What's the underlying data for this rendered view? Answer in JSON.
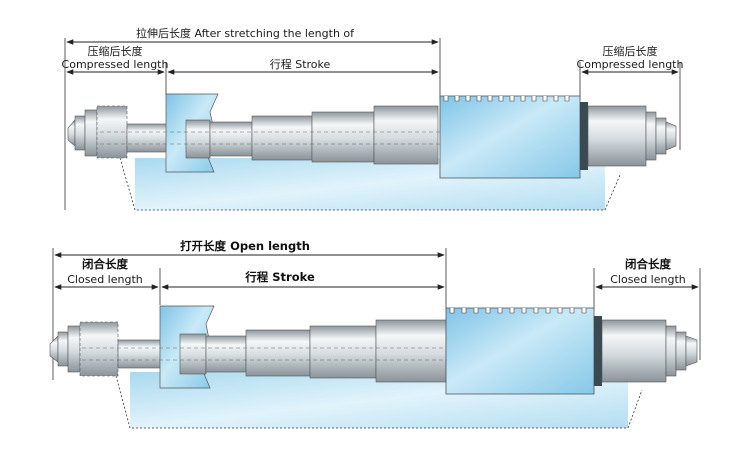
{
  "top_diagram": {
    "total_label": "拉伸后长度  After stretching the length of",
    "left_cn": "压缩后长度",
    "left_en": "Compressed length",
    "stroke_label": "行程 Stroke",
    "right_cn": "压缩后长度",
    "right_en": "Compressed length"
  },
  "bottom_diagram": {
    "total_label": "打开长度  Open length",
    "left_cn": "闭合长度",
    "left_en": "Closed length",
    "stroke_label": "行程  Stroke",
    "right_cn": "闭合长度",
    "right_en": "Closed length"
  },
  "colors": {
    "base_blue": "#bfe3f3",
    "cylinder_blue": "#9fd4ee",
    "steel_light": "#e9eef1",
    "steel_dark": "#9ea7ad",
    "line": "#222222"
  }
}
